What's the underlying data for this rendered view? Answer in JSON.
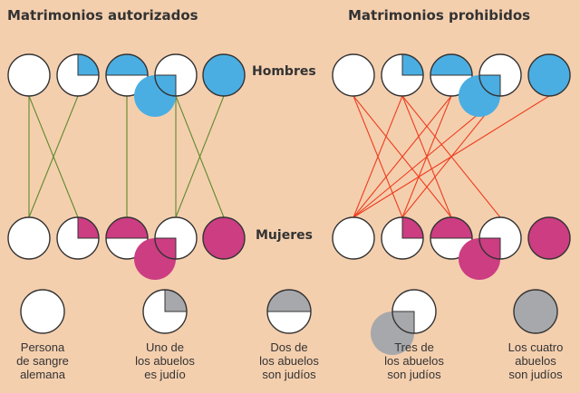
{
  "titles": {
    "authorized": "Matrimonios autorizados",
    "prohibited": "Matrimonios prohibidos"
  },
  "row_labels": {
    "men": "Hombres",
    "women": "Mujeres"
  },
  "colors": {
    "background": "#f4cfae",
    "circle_white": "#ffffff",
    "men_fill": "#4aaee2",
    "women_fill": "#cc3d82",
    "legend_fill": "#a6a8ab",
    "authorized_line": "#5f8a2c",
    "prohibited_line": "#ee3e1f",
    "outline": "#333333"
  },
  "jewish_quarters": [
    0,
    1,
    2,
    3,
    4
  ],
  "authorized_pairs": [
    [
      0,
      0
    ],
    [
      0,
      1
    ],
    [
      1,
      0
    ],
    [
      2,
      2
    ],
    [
      3,
      3
    ],
    [
      3,
      4
    ],
    [
      4,
      3
    ]
  ],
  "prohibited_pairs": [
    [
      0,
      1
    ],
    [
      0,
      2
    ],
    [
      1,
      0
    ],
    [
      1,
      2
    ],
    [
      1,
      3
    ],
    [
      2,
      0
    ],
    [
      2,
      1
    ],
    [
      3,
      0
    ],
    [
      3,
      1
    ],
    [
      4,
      0
    ]
  ],
  "legend": [
    {
      "quarters": 0,
      "caption": [
        "Persona",
        "de sangre",
        "alemana"
      ]
    },
    {
      "quarters": 1,
      "caption": [
        "Uno de",
        "los abuelos",
        "es judío"
      ]
    },
    {
      "quarters": 2,
      "caption": [
        "Dos de",
        "los abuelos",
        "son judíos"
      ]
    },
    {
      "quarters": 3,
      "caption": [
        "Tres de",
        "los abuelos",
        "son judíos"
      ]
    },
    {
      "quarters": 4,
      "caption": [
        "Los cuatro",
        "abuelos",
        "son judíos"
      ]
    }
  ]
}
